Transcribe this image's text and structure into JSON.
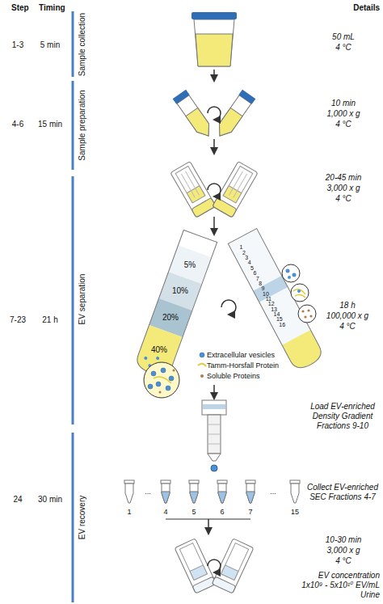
{
  "diagram": {
    "labels": [
      "Step",
      "Timing",
      "Details",
      "1-3",
      "5 min",
      "Sample collection",
      "50 mL",
      "4 °C",
      "4-6",
      "15 min",
      "Sample preparation",
      "10 min",
      "1,000 x g",
      "4 °C",
      "20-45 min",
      "3,000 x g",
      "4 °C",
      "7-23",
      "21 h",
      "EV separation",
      "5%",
      "10%",
      "20%",
      "40%",
      "1",
      "2",
      "3",
      "4",
      "5",
      "6",
      "7",
      "8",
      "9",
      "10",
      "11",
      "12",
      "13",
      "14",
      "15",
      "16",
      "18 h",
      "100,000 x g",
      "4 °C",
      "Load EV-enriched Density Gradient Fractions 9-10",
      "24",
      "30 min",
      "EV recovery",
      "1",
      "...",
      "4",
      "5",
      "6",
      "7",
      "...",
      "15",
      "Collect EV-enriched SEC Fractions 4-7",
      "10-30 min",
      "3,000 x g",
      "4 °C",
      "EV concentration",
      "1x10⁹ - 5x10¹⁰ EV/mL Urine"
    ],
    "legend": [
      {
        "text": "Extracellular vesicles"
      },
      {
        "text": "Tamm-Horsfall Protein"
      },
      {
        "text": "Soluble Proteins"
      }
    ]
  }
}
